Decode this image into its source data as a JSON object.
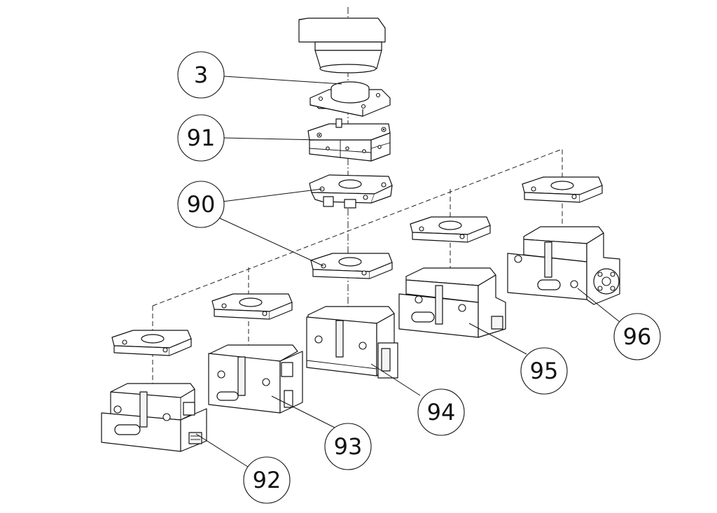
{
  "callouts": {
    "c3": "3",
    "c91": "91",
    "c90": "90",
    "c92": "92",
    "c93": "93",
    "c94": "94",
    "c95": "95",
    "c96": "96"
  }
}
